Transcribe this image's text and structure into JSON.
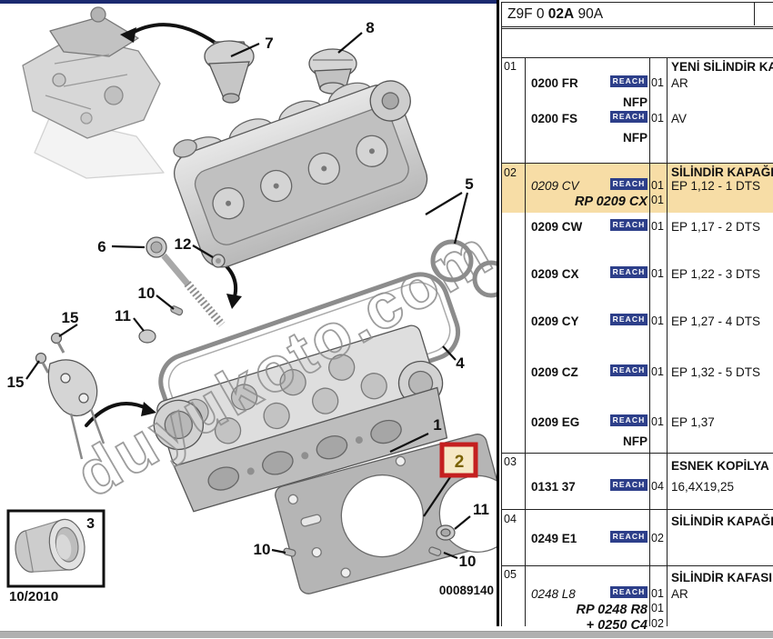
{
  "header": {
    "code_pre": "Z9F 0 ",
    "code_bold": "02A",
    "code_post": " 90A"
  },
  "badge": "REACH",
  "table": {
    "s1": {
      "ref": "01",
      "title": "YENİ SİLİNDİR KAPA",
      "fr": {
        "part": "0200 FR",
        "qty": "01",
        "desc": "AR",
        "nfp": "NFP"
      },
      "fs": {
        "part": "0200 FS",
        "qty": "01",
        "desc": "AV",
        "nfp": "NFP"
      }
    },
    "s2": {
      "ref": "02",
      "title": "SİLİNDİR KAPAĞI C",
      "cv": {
        "part": "0209 CV",
        "qty": "01",
        "desc": "EP 1,12 - 1 DTS"
      },
      "rp": {
        "part": "RP 0209 CX",
        "qty": "01"
      },
      "cw": {
        "part": "0209 CW",
        "qty": "01",
        "desc": "EP 1,17 - 2 DTS"
      },
      "cx": {
        "part": "0209 CX",
        "qty": "01",
        "desc": "EP 1,22 - 3 DTS"
      },
      "cy": {
        "part": "0209 CY",
        "qty": "01",
        "desc": "EP 1,27 - 4 DTS"
      },
      "cz": {
        "part": "0209 CZ",
        "qty": "01",
        "desc": "EP 1,32 - 5 DTS"
      },
      "eg": {
        "part": "0209 EG",
        "qty": "01",
        "desc": "EP 1,37",
        "nfp": "NFP"
      }
    },
    "s3": {
      "ref": "03",
      "title": "ESNEK KOPİLYA",
      "r": {
        "part": "0131 37",
        "qty": "04",
        "desc": "16,4X19,25"
      }
    },
    "s4": {
      "ref": "04",
      "title": "SİLİNDİR KAPAĞI C",
      "r": {
        "part": "0249 E1",
        "qty": "02"
      }
    },
    "s5": {
      "ref": "05",
      "title": "SİLİNDİR KAFASI K",
      "l8": {
        "part": "0248 L8",
        "qty": "01",
        "desc": "AR"
      },
      "rp": {
        "part": "RP 0248 R8",
        "qty": "01"
      },
      "plus": {
        "part": "+ 0250 C4",
        "qty": "02"
      }
    }
  },
  "diagram": {
    "watermark": "duyukoto.com",
    "doc_number": "00089140",
    "inset_date": "10/2010",
    "callouts": {
      "c1": "1",
      "c2": "2",
      "c3": "3",
      "c4": "4",
      "c5": "5",
      "c6": "6",
      "c7": "7",
      "c8": "8",
      "c10": "10",
      "c11": "11",
      "c12": "12",
      "c15": "15"
    }
  },
  "colors": {
    "accent_navy": "#1b2a70",
    "badge_navy": "#2d3f8a",
    "row_highlight": "#f7dda6",
    "callout_box_red": "#c42020",
    "callout_box_fill": "#f6e8c6"
  }
}
